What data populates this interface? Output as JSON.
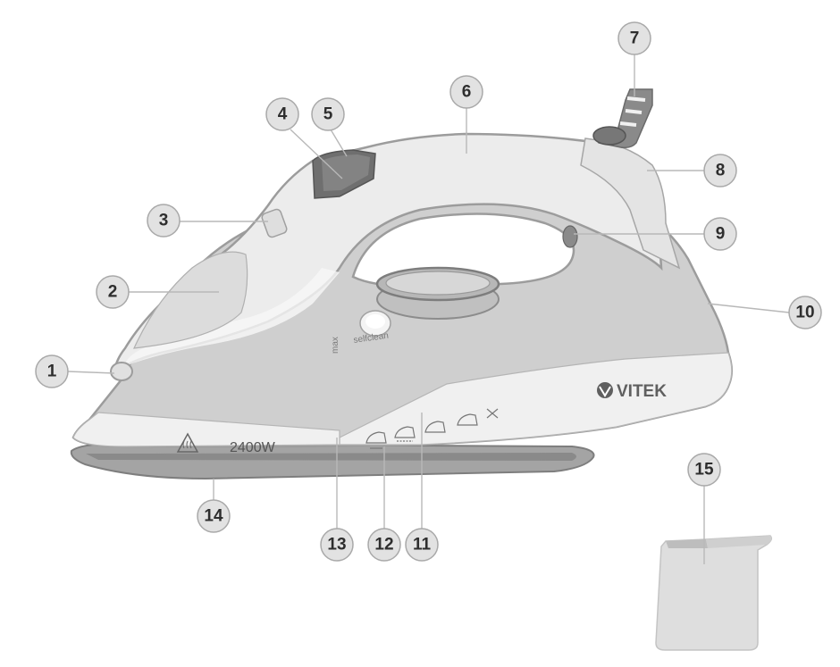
{
  "callouts": [
    "1",
    "2",
    "3",
    "4",
    "5",
    "6",
    "7",
    "8",
    "9",
    "10",
    "11",
    "12",
    "13",
    "14",
    "15"
  ],
  "body_labels": {
    "brand": "VITEK",
    "power": "2400W",
    "max": "max",
    "selfclean": "selfclean"
  },
  "colors": {
    "outline": "#9c9c9c",
    "body_light": "#ebebeb",
    "body_mid": "#cbcbcb",
    "dark_part": "#6f6f6f",
    "soleplate": "#8f8f8f"
  }
}
